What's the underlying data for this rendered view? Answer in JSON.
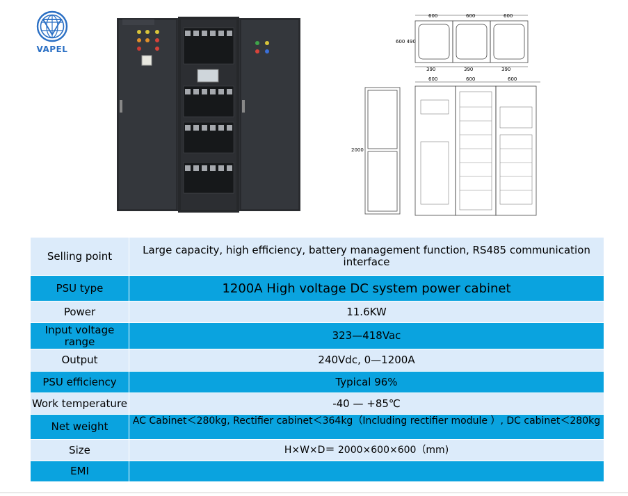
{
  "brand": {
    "name": "VAPEL",
    "color": "#2a6fc4"
  },
  "drawing": {
    "top_view_dims": [
      "600",
      "600",
      "600"
    ],
    "top_view_inner": [
      "390",
      "390",
      "390"
    ],
    "top_view_side": "600 490",
    "front_view_dims": [
      "600",
      "600",
      "600"
    ],
    "side_view_height": "2000"
  },
  "specs": {
    "rows": [
      {
        "label": "Selling point",
        "value": "Large capacity, high efficiency, battery management function, RS485 communication interface"
      },
      {
        "label": "PSU type",
        "value": "1200A  High voltage DC system power cabinet"
      },
      {
        "label": "Power",
        "value": "11.6KW"
      },
      {
        "label": "Input voltage range",
        "value": "323—418Vac"
      },
      {
        "label": "Output",
        "value": "240Vdc, 0—1200A"
      },
      {
        "label": "PSU efficiency",
        "value": "Typical 96%"
      },
      {
        "label": "Work temperature",
        "value": "-40 — +85℃"
      },
      {
        "label": "Net weight",
        "value": "AC Cabinet＜280kg, Rectifier cabinet＜364kg（Including rectifier module ）, DC cabinet＜280kg"
      },
      {
        "label": "Size",
        "value": "H×W×D＝ 2000×600×600（mm)"
      },
      {
        "label": "EMI",
        "value": ""
      }
    ],
    "colors": {
      "light": "#dcebfa",
      "dark": "#0aa3df"
    }
  }
}
